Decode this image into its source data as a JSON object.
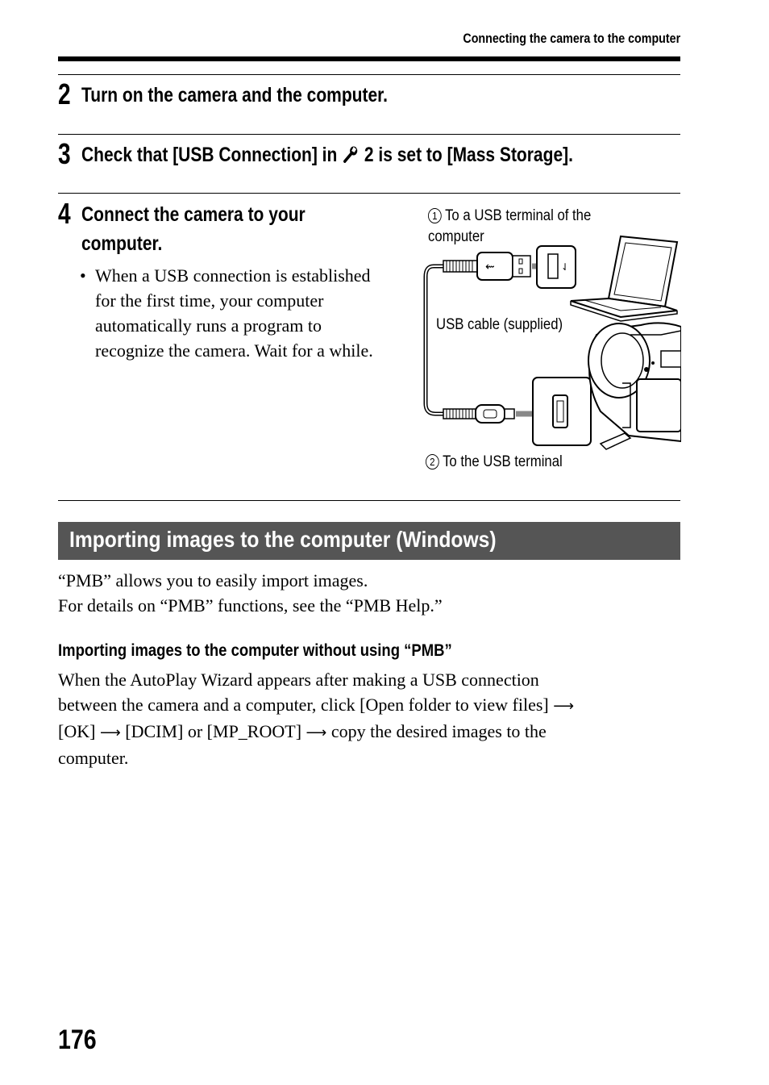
{
  "header": {
    "running_title": "Connecting the camera to the computer"
  },
  "steps": [
    {
      "num": "2",
      "text": "Turn on the camera and the computer."
    },
    {
      "num": "3",
      "text_before": "Check that [USB Connection] in",
      "icon": "wrench-icon",
      "text_after": "2 is set to [Mass Storage]."
    },
    {
      "num": "4",
      "line1": "Connect the camera to your",
      "line2": "computer.",
      "bullet_lines": [
        "When a USB connection is established",
        "for the first time, your computer",
        "automatically runs a program to",
        "recognize the camera. Wait for a while."
      ]
    }
  ],
  "figure": {
    "label1_num": "1",
    "label1_line1": "To a USB terminal of the",
    "label1_line2": "computer",
    "cable_label": "USB cable (supplied)",
    "label2_num": "2",
    "label2": "To the USB terminal"
  },
  "section": {
    "title": "Importing images to the computer (Windows)"
  },
  "intro": [
    "“PMB” allows you to easily import images.",
    "For details on “PMB” functions, see the “PMB Help.”"
  ],
  "subsection": {
    "title": "Importing images to the computer without using “PMB”",
    "line1": "When the AutoPlay Wizard appears after making a USB connection",
    "line2a": "between the camera and a computer, click [Open folder to view files]",
    "line3a": "[OK]",
    "line3b": "[DCIM] or [MP_ROOT]",
    "line3c": "copy the desired images to the",
    "line4": "computer."
  },
  "page_number": "176"
}
